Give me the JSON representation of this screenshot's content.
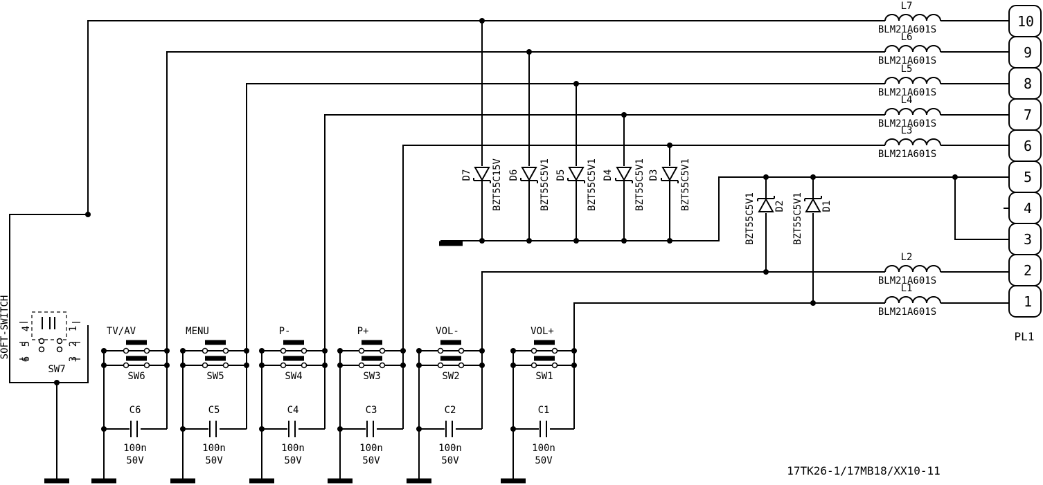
{
  "connector": {
    "name": "PL1",
    "pins": [
      "10",
      "9",
      "8",
      "7",
      "6",
      "5",
      "4",
      "3",
      "2",
      "1"
    ]
  },
  "inductors": [
    {
      "ref": "L7",
      "value": "BLM21A601S"
    },
    {
      "ref": "L6",
      "value": "BLM21A601S"
    },
    {
      "ref": "L5",
      "value": "BLM21A601S"
    },
    {
      "ref": "L4",
      "value": "BLM21A601S"
    },
    {
      "ref": "L3",
      "value": "BLM21A601S"
    },
    {
      "ref": "L2",
      "value": "BLM21A601S"
    },
    {
      "ref": "L1",
      "value": "BLM21A601S"
    }
  ],
  "diodes": [
    {
      "ref": "D7",
      "value": "BZT55C15V"
    },
    {
      "ref": "D6",
      "value": "BZT55C5V1"
    },
    {
      "ref": "D5",
      "value": "BZT55C5V1"
    },
    {
      "ref": "D4",
      "value": "BZT55C5V1"
    },
    {
      "ref": "D3",
      "value": "BZT55C5V1"
    },
    {
      "ref": "D2",
      "value": "BZT55C5V1"
    },
    {
      "ref": "D1",
      "value": "BZT55C5V1"
    }
  ],
  "switches": [
    {
      "label": "TV/AV",
      "ref": "SW6"
    },
    {
      "label": "MENU",
      "ref": "SW5"
    },
    {
      "label": "P-",
      "ref": "SW4"
    },
    {
      "label": "P+",
      "ref": "SW3"
    },
    {
      "label": "VOL-",
      "ref": "SW2"
    },
    {
      "label": "VOL+",
      "ref": "SW1"
    }
  ],
  "capacitors": [
    {
      "ref": "C6",
      "value": "100n",
      "voltage": "50V"
    },
    {
      "ref": "C5",
      "value": "100n",
      "voltage": "50V"
    },
    {
      "ref": "C4",
      "value": "100n",
      "voltage": "50V"
    },
    {
      "ref": "C3",
      "value": "100n",
      "voltage": "50V"
    },
    {
      "ref": "C2",
      "value": "100n",
      "voltage": "50V"
    },
    {
      "ref": "C1",
      "value": "100n",
      "voltage": "50V"
    }
  ],
  "soft_switch": {
    "title": "SOFT-SWITCH",
    "ref": "SW7",
    "pins": [
      "4",
      "1",
      "5",
      "2",
      "6",
      "3"
    ]
  },
  "drawing_number": "17TK26-1/17MB18/XX10-11"
}
